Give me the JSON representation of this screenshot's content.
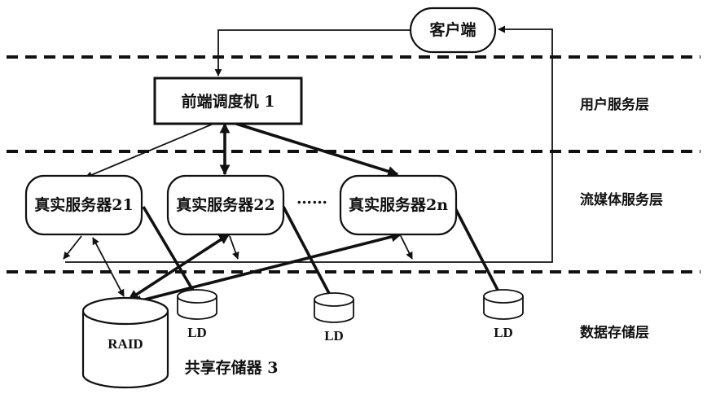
{
  "nodes": {
    "client": "客户端",
    "frontend": "前端调度机 1",
    "server_21": "真实服务器21",
    "server_22": "真实服务器22",
    "ellipsis": "……",
    "server_2n": "真实服务器2n",
    "raid": "RAID",
    "shared_storage": "共享存储器 3",
    "ld_1": "LD",
    "ld_2": "LD",
    "ld_3": "LD"
  },
  "layers": {
    "user_service": "用户服务层",
    "streaming_service": "流媒体服务层",
    "data_storage": "数据存储层"
  }
}
